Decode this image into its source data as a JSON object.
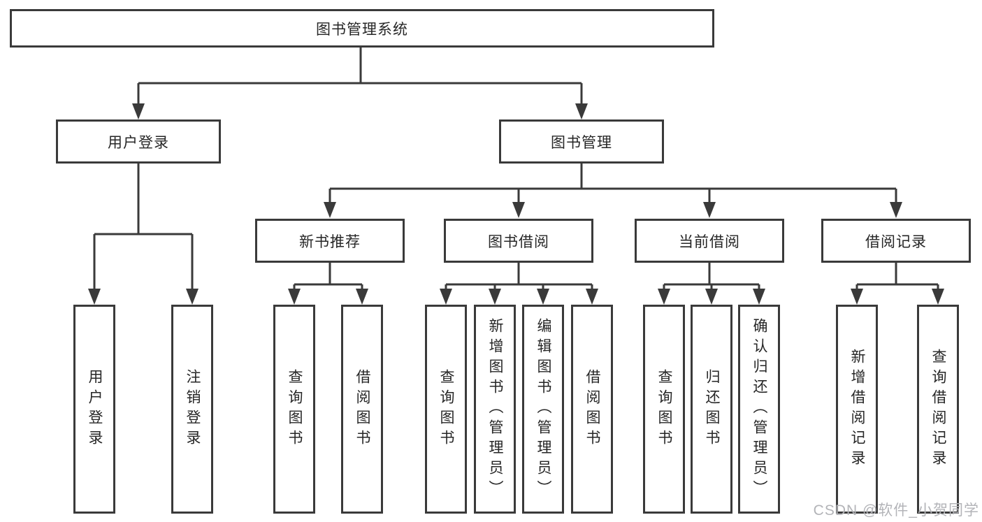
{
  "page": {
    "background": "#ffffff",
    "line_color": "#3a3a3a",
    "text_color": "#262626"
  },
  "tree": {
    "label": "图书管理系统",
    "children": [
      {
        "label": "用户登录",
        "children": [
          {
            "label": "用户登录"
          },
          {
            "label": "注销登录"
          }
        ]
      },
      {
        "label": "图书管理",
        "children": [
          {
            "label": "新书推荐",
            "children": [
              {
                "label": "查询图书"
              },
              {
                "label": "借阅图书"
              }
            ]
          },
          {
            "label": "图书借阅",
            "children": [
              {
                "label": "查询图书"
              },
              {
                "label": "新增图书（管理员）"
              },
              {
                "label": "编辑图书（管理员）"
              },
              {
                "label": "借阅图书"
              }
            ]
          },
          {
            "label": "当前借阅",
            "children": [
              {
                "label": "查询图书"
              },
              {
                "label": "归还图书"
              },
              {
                "label": "确认归还（管理员）"
              }
            ]
          },
          {
            "label": "借阅记录",
            "children": [
              {
                "label": "新增借阅记录"
              },
              {
                "label": "查询借阅记录"
              }
            ]
          }
        ]
      }
    ]
  },
  "watermark": {
    "text": "CSDN @软件_小贺同学",
    "color": "#b3b4b8"
  }
}
